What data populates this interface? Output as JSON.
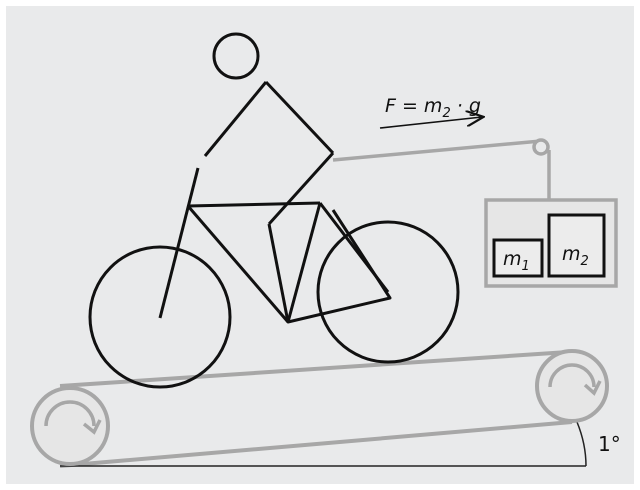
{
  "force_label": {
    "prefix": "F = m",
    "sub": "2",
    "suffix": " · g"
  },
  "masses": {
    "m1": {
      "base": "m",
      "sub": "1"
    },
    "m2": {
      "base": "m",
      "sub": "2"
    }
  },
  "angle_label": "1°",
  "colors": {
    "background": "#e9eaeb",
    "frame": "#ffffff",
    "ink": "#111111",
    "belt": "#a7a7a7"
  },
  "icons": {
    "rollers": "circular-arrow-icon",
    "pulley": "pulley-icon",
    "force_arrow": "arrow-right-icon"
  }
}
